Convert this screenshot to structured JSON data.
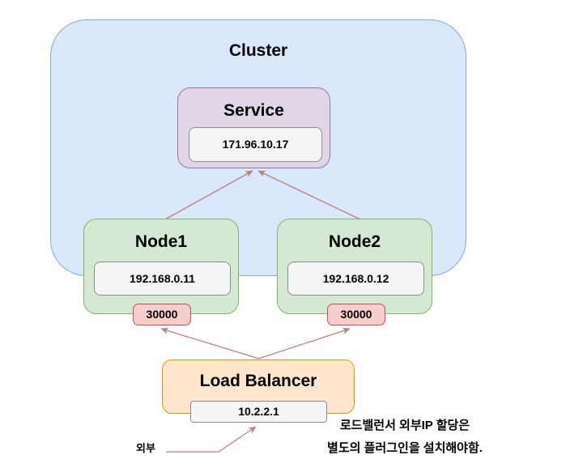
{
  "diagram": {
    "cluster": {
      "label": "Cluster"
    },
    "service": {
      "label": "Service",
      "ip": "171.96.10.17"
    },
    "nodes": [
      {
        "label": "Node1",
        "ip": "192.168.0.11",
        "port": "30000"
      },
      {
        "label": "Node2",
        "ip": "192.168.0.12",
        "port": "30000"
      }
    ],
    "load_balancer": {
      "label": "Load Balancer",
      "ip": "10.2.2.1"
    },
    "external_label": "외부",
    "annotation": {
      "line1": "로드밸런서 외부IP 할당은",
      "line2": "별도의 플러그인을 설치해야함."
    },
    "colors": {
      "cluster_fill": "#dae8fc",
      "cluster_border": "#8ea8cd",
      "service_fill": "#e1d5e7",
      "service_border": "#9673a6",
      "node_fill": "#d5e8d4",
      "node_border": "#82b366",
      "port_fill": "#f8cecc",
      "port_border": "#b85450",
      "lb_fill": "#ffe6cc",
      "lb_border": "#d79b00",
      "ip_fill": "#f5f5f5",
      "ip_border": "#8c8c8c",
      "arrow": "#bd7e80"
    }
  }
}
